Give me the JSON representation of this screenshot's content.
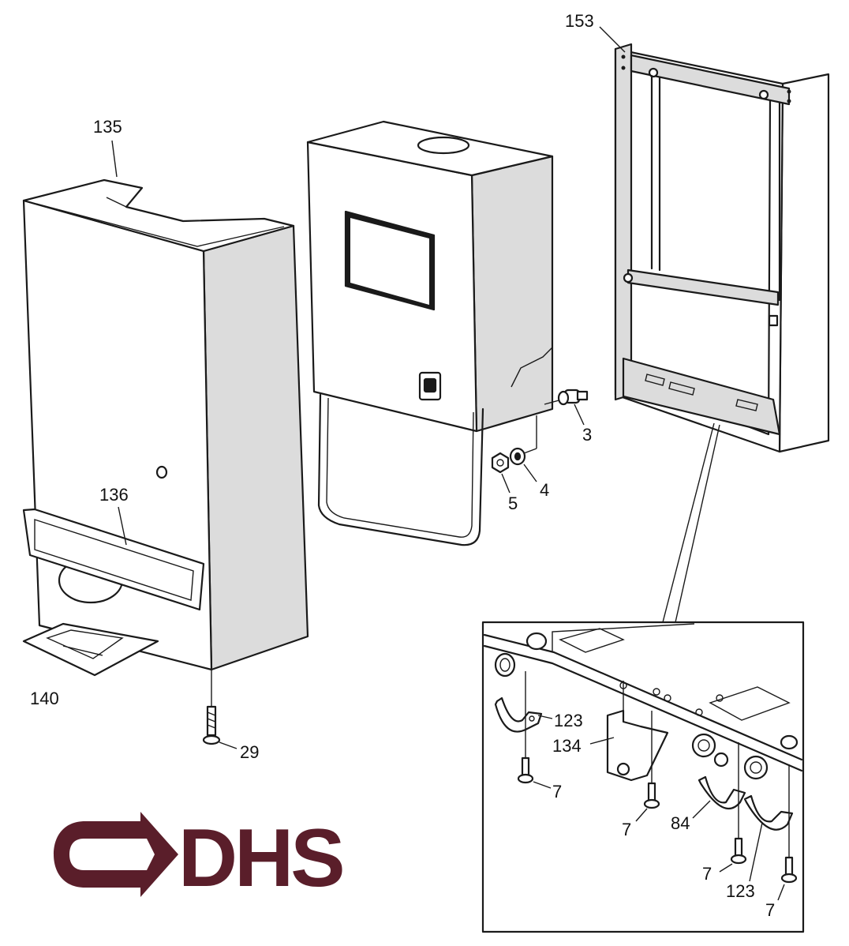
{
  "colors": {
    "logo": "#5a1e2a",
    "line": "#1a1a1a",
    "background": "#ffffff"
  },
  "logo": {
    "text": "DHS",
    "icon": "arrow-right-icon"
  },
  "labels": {
    "p135": "135",
    "p136": "136",
    "p140": "140",
    "p29": "29",
    "p153": "153",
    "p3": "3",
    "p4": "4",
    "p5": "5",
    "inset_123_a": "123",
    "inset_134": "134",
    "inset_7_a": "7",
    "inset_7_b": "7",
    "inset_84": "84",
    "inset_7_c": "7",
    "inset_123_b": "123",
    "inset_7_d": "7"
  }
}
